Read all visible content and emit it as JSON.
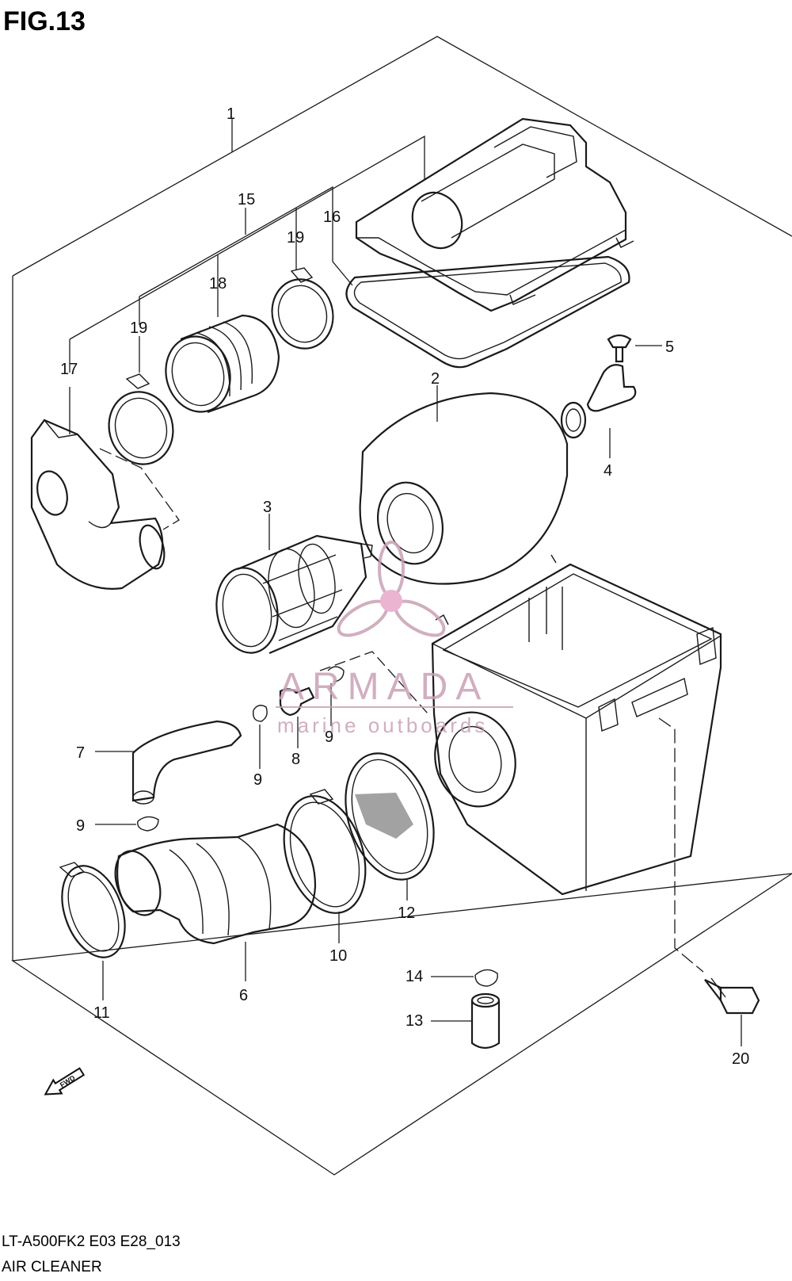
{
  "figure": {
    "title": "FIG.13",
    "model_code": "LT-A500FK2 E03 E28_013",
    "caption": "AIR CLEANER",
    "fwd_label": "FWD"
  },
  "watermark": {
    "brand": "ARMADA",
    "tagline": "marine outboards",
    "color": "#c9a0b6",
    "logo": "propeller-logo"
  },
  "callouts": [
    {
      "id": "1",
      "text": "1"
    },
    {
      "id": "2",
      "text": "2"
    },
    {
      "id": "3",
      "text": "3"
    },
    {
      "id": "4",
      "text": "4"
    },
    {
      "id": "5",
      "text": "5"
    },
    {
      "id": "6",
      "text": "6"
    },
    {
      "id": "7",
      "text": "7"
    },
    {
      "id": "8",
      "text": "8"
    },
    {
      "id": "9a",
      "text": "9"
    },
    {
      "id": "9b",
      "text": "9"
    },
    {
      "id": "9c",
      "text": "9"
    },
    {
      "id": "10",
      "text": "10"
    },
    {
      "id": "11",
      "text": "11"
    },
    {
      "id": "12",
      "text": "12"
    },
    {
      "id": "13",
      "text": "13"
    },
    {
      "id": "14",
      "text": "14"
    },
    {
      "id": "15",
      "text": "15"
    },
    {
      "id": "16",
      "text": "16"
    },
    {
      "id": "17",
      "text": "17"
    },
    {
      "id": "18",
      "text": "18"
    },
    {
      "id": "19a",
      "text": "19"
    },
    {
      "id": "19b",
      "text": "19"
    },
    {
      "id": "20",
      "text": "20"
    }
  ]
}
